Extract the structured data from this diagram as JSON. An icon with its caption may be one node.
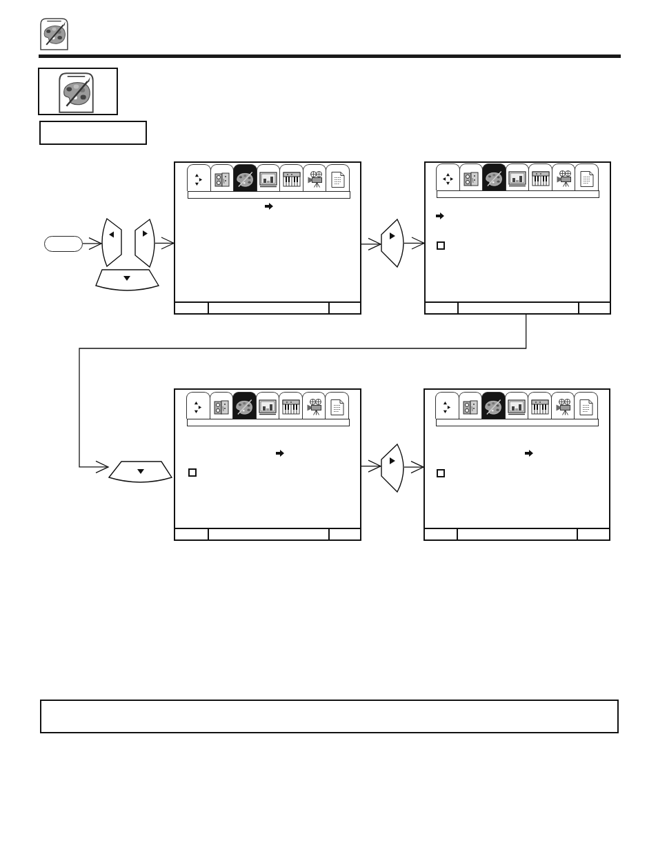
{
  "diagram": {
    "nodes": [
      {
        "text": [],
        "shape": "button"
      },
      {
        "text": [],
        "shape": "key"
      },
      {
        "text": [],
        "shape": "key"
      },
      {
        "text": [],
        "shape": "key"
      },
      {
        "text": [],
        "shape": "screen"
      },
      {
        "text": [],
        "shape": "key"
      },
      {
        "text": [],
        "shape": "screen"
      },
      {
        "text": [],
        "shape": "key"
      },
      {
        "text": [],
        "shape": "screen"
      },
      {
        "text": [],
        "shape": "key"
      },
      {
        "text": [],
        "shape": "screen"
      }
    ],
    "edges": [
      {
        "from": 0,
        "to": 1,
        "arrow": "to"
      },
      {
        "from": 2,
        "to": 4,
        "arrow": "to"
      },
      {
        "from": 4,
        "to": 5,
        "arrow": "to"
      },
      {
        "from": 5,
        "to": 6,
        "arrow": "to"
      },
      {
        "from": 6,
        "to": 7,
        "arrow": "to"
      },
      {
        "from": 8,
        "to": 9,
        "arrow": "to"
      },
      {
        "from": 9,
        "to": 10,
        "arrow": "to"
      }
    ]
  }
}
